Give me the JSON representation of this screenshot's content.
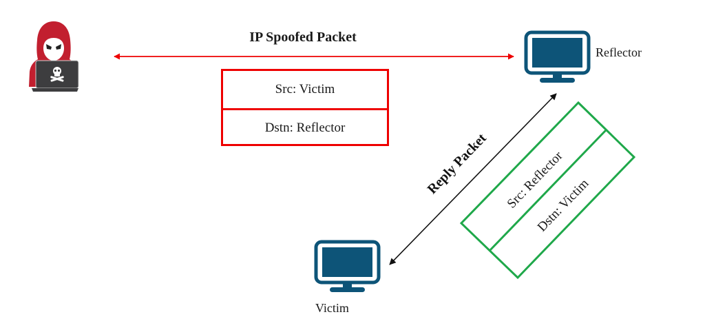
{
  "diagram": {
    "attacker": {
      "icon": "hacker-icon"
    },
    "reflector": {
      "label": "Reflector",
      "icon": "monitor-icon"
    },
    "victim": {
      "label": "Victim",
      "icon": "monitor-icon"
    },
    "spoofed": {
      "title": "IP Spoofed Packet",
      "fields": [
        "Src: Victim",
        "Dstn: Reflector"
      ],
      "color": "#ee0000"
    },
    "reply": {
      "title": "Reply Packet",
      "fields": [
        "Src: Reflector",
        "Dstn: Victim"
      ],
      "color": "#1fa84a"
    },
    "colors": {
      "monitor": "#0d5478",
      "hood": "#c21f2f",
      "laptop": "#3d3d3f",
      "arrow_black": "#111111"
    }
  }
}
